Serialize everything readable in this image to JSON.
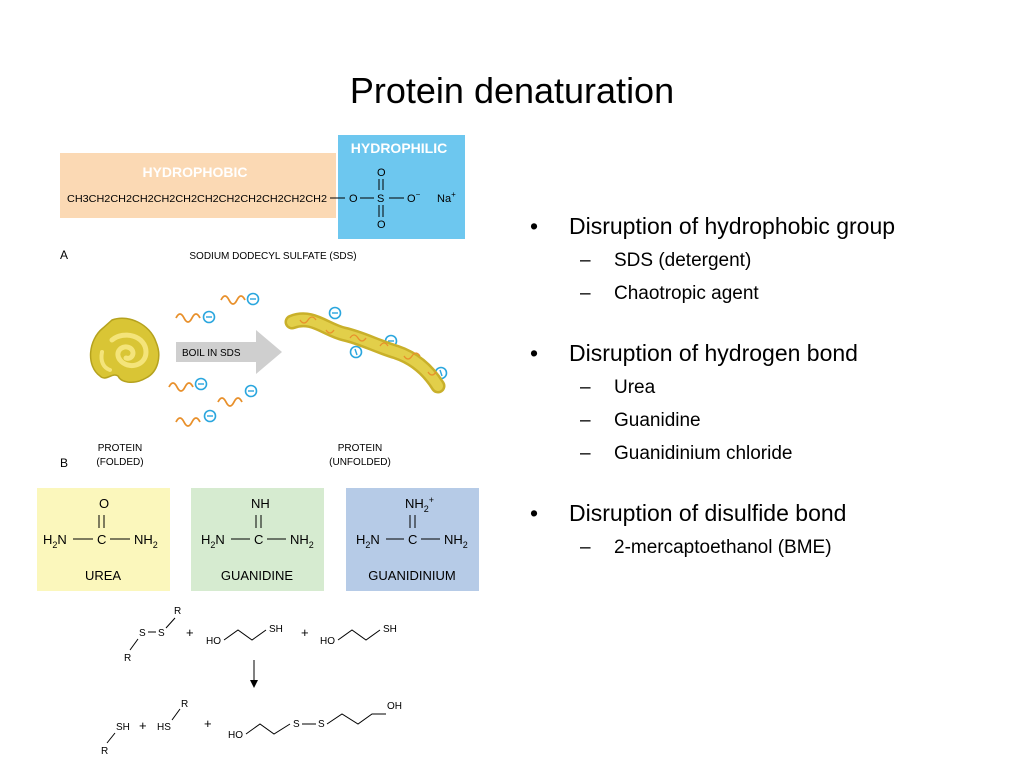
{
  "slide": {
    "title": "Protein denaturation"
  },
  "figure": {
    "sds": {
      "hydrophobic_label": "HYDROPHOBIC",
      "hydrophilic_label": "HYDROPHILIC",
      "chain_text": "CH3CH2CH2CH2CH2CH2CH2CH2CH2CH2CH2CH2",
      "sulfate_o": "O",
      "sulfate_s": "S",
      "sulfate_o_minus": "O",
      "counterion": "Na",
      "panel_label": "A",
      "caption": "SODIUM DODECYL SULFATE (SDS)",
      "colors": {
        "hydrophobic": "#fbd9b4",
        "hydrophilic": "#6dc7ef"
      }
    },
    "boil": {
      "arrow_label": "BOIL IN SDS",
      "folded_caption_1": "PROTEIN",
      "folded_caption_2": "(FOLDED)",
      "unfolded_caption_1": "PROTEIN",
      "unfolded_caption_2": "(UNFOLDED)",
      "panel_label": "B",
      "colors": {
        "protein": "#d9c535",
        "detergent": "#e8902b",
        "charge": "#2aa6de",
        "arrow": "#cfcfcf"
      }
    },
    "agents": [
      {
        "name": "UREA",
        "top": "O",
        "left": "H2N",
        "center": "C",
        "right": "NH2",
        "color": "#fbf7bc"
      },
      {
        "name": "GUANIDINE",
        "top": "NH",
        "left": "H2N",
        "center": "C",
        "right": "NH2",
        "color": "#d6ebd0"
      },
      {
        "name": "GUANIDINIUM",
        "top": "NH2+",
        "left": "H2N",
        "center": "C",
        "right": "NH2",
        "color": "#b6cbe7"
      }
    ],
    "reaction": {
      "r": "R",
      "s": "S",
      "sh": "SH",
      "hs": "HS",
      "ho": "HO",
      "oh": "OH",
      "plus": "+"
    }
  },
  "bullets": [
    {
      "text": "Disruption of hydrophobic group",
      "subs": [
        "SDS (detergent)",
        "Chaotropic agent"
      ]
    },
    {
      "text": "Disruption of hydrogen bond",
      "subs": [
        "Urea",
        "Guanidine",
        "Guanidinium chloride"
      ]
    },
    {
      "text": "Disruption of disulfide bond",
      "subs": [
        "2-mercaptoethanol (BME)"
      ]
    }
  ],
  "dash": "–"
}
